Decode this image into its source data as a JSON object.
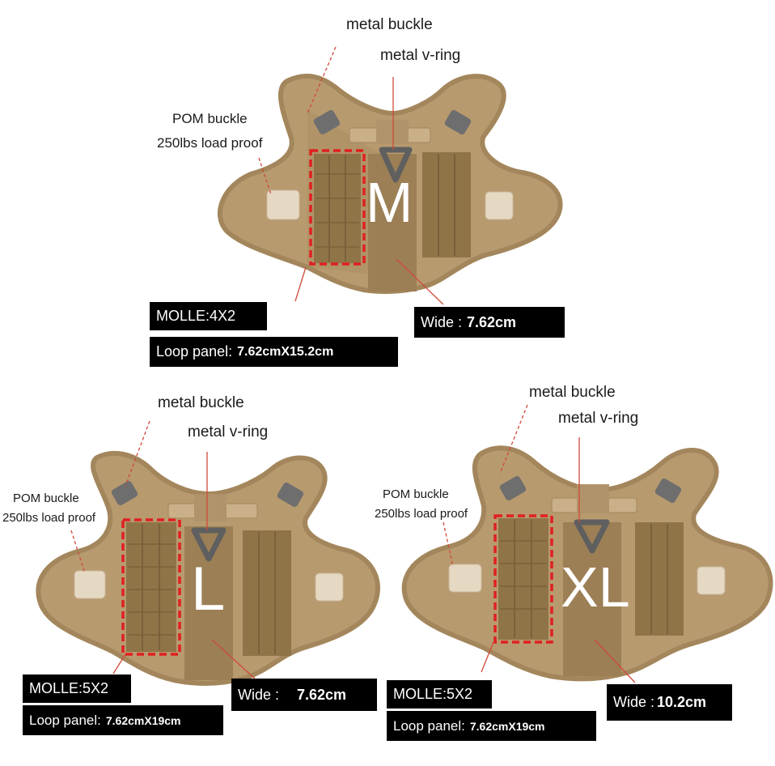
{
  "colors": {
    "fabric": "#b89a6f",
    "fabric_dark": "#a3865c",
    "fabric_edge": "#c9ad80",
    "molle": "#8f7448",
    "buckle": "#e6d9c3",
    "metal": "#6e6e6e",
    "dash": "#e02020",
    "leader": "#d04a3a"
  },
  "harness_m": {
    "size": "M",
    "metal_buckle": "metal buckle",
    "metal_vring": "metal v-ring",
    "pom_line1": "POM buckle",
    "pom_line2": "250lbs load proof",
    "molle": "MOLLE:4X2",
    "loop_label": "Loop panel:",
    "loop_value": "7.62cmX15.2cm",
    "wide_label": "Wide :",
    "wide_value": "7.62cm"
  },
  "harness_l": {
    "size": "L",
    "metal_buckle": "metal buckle",
    "metal_vring": "metal v-ring",
    "pom_line1": "POM buckle",
    "pom_line2": "250lbs load proof",
    "molle": "MOLLE:5X2",
    "loop_label": "Loop panel:",
    "loop_value": "7.62cmX19cm",
    "wide_label": "Wide :",
    "wide_value": "7.62cm"
  },
  "harness_xl": {
    "size": "XL",
    "metal_buckle": "metal buckle",
    "metal_vring": "metal v-ring",
    "pom_line1": "POM buckle",
    "pom_line2": "250lbs load proof",
    "molle": "MOLLE:5X2",
    "loop_label": "Loop panel:",
    "loop_value": "7.62cmX19cm",
    "wide_label": "Wide :",
    "wide_value": "10.2cm"
  }
}
